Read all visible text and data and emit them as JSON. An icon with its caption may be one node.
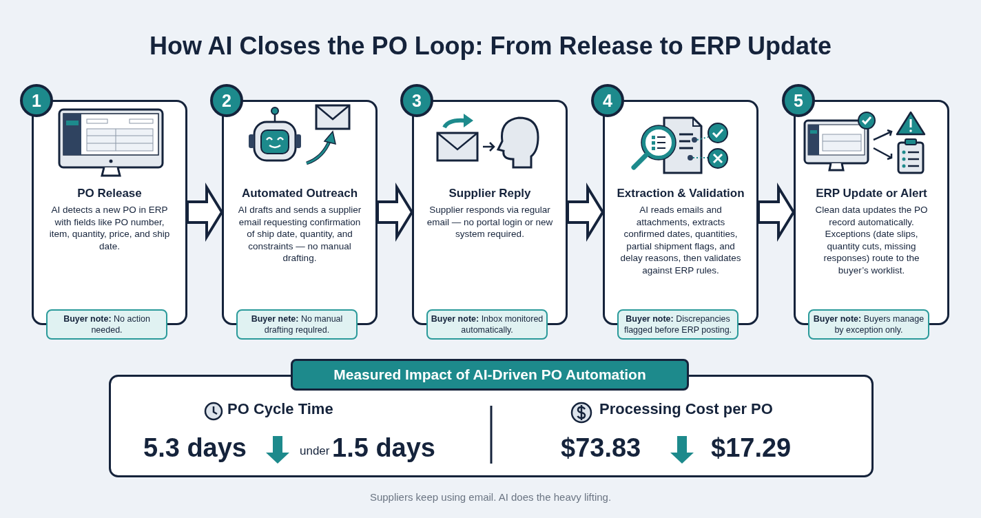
{
  "diagram": {
    "title": "How AI Closes the PO Loop: From Release to ERP Update",
    "caption": "Suppliers keep using email. AI does the heavy lifting.",
    "nodes": [
      {
        "text": [
          "1",
          "PO Release",
          "AI detects a new PO in ERP with fields like PO number, item, quantity, price, and ship date.",
          "**Buyer note:** No action needed."
        ]
      },
      {
        "text": [
          "2",
          "Automated Outreach",
          "AI drafts and sends a supplier email requesting confirmation of ship date, quantity, and constraints — no manual drafting.",
          "**Buyer nete:** No manual drafting requlred."
        ]
      },
      {
        "text": [
          "3",
          "Supplier Reply",
          "Supplier responds via regular email — no portal login or new system required.",
          "**Buyer note:** Inbox monitored automatically."
        ]
      },
      {
        "text": [
          "4",
          "Extraction & Validation",
          "AI reads emails and attachments, extracts confirmed dates, quantities, partial shipment flags, and delay reasons, then validates against ERP rules.",
          "**Buyer note:** Discrepancies flagged before ERP posting."
        ]
      },
      {
        "text": [
          "5",
          "ERP Update or Alert",
          "Clean data updates the PO record automatically. Exceptions (date slips, quantity cuts, missing responses) route to the buyer’s worklist.",
          "**Buyer note:** Buyers manage by exception only."
        ]
      },
      {
        "text": [
          "Measured Impact of AI-Driven PO Automation"
        ]
      }
    ],
    "edges": [
      {
        "from": 0,
        "to": 1,
        "arrow": "to"
      },
      {
        "from": 1,
        "to": 2,
        "arrow": "to"
      },
      {
        "from": 2,
        "to": 3,
        "arrow": "to"
      },
      {
        "from": 3,
        "to": 4,
        "arrow": "to"
      }
    ],
    "labels": [
      "PO Cycle Time",
      "5.3 days",
      "under",
      "1.5 days",
      "Processing Cost per PO",
      "$73.83",
      "$17.29"
    ]
  }
}
